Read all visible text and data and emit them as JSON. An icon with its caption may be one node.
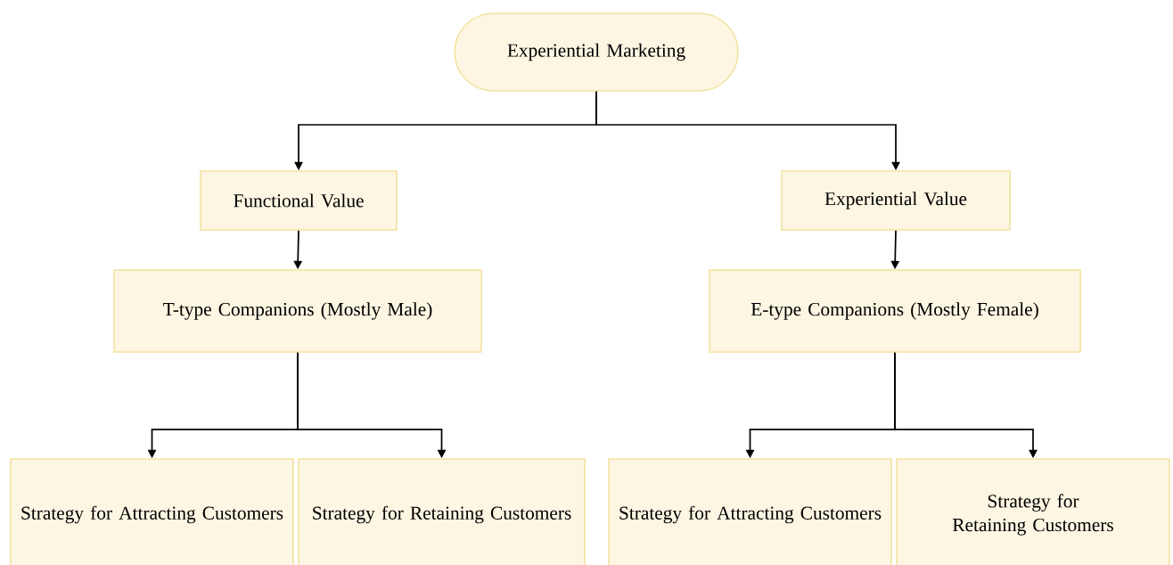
{
  "diagram": {
    "nodes": [
      {
        "text": [
          "Experiential Marketing"
        ]
      },
      {
        "text": [
          "Functional Value"
        ]
      },
      {
        "text": [
          "Experiential Value"
        ]
      },
      {
        "text": [
          "T-type Companions (Mostly Male)"
        ]
      },
      {
        "text": [
          "E-type Companions (Mostly Female)"
        ]
      },
      {
        "text": [
          "Strategy for Attracting Customers"
        ]
      },
      {
        "text": [
          "Strategy for Retaining Customers"
        ]
      },
      {
        "text": [
          "Strategy for Attracting Customers"
        ]
      },
      {
        "text": [
          "Strategy for Retaining Customers"
        ]
      }
    ],
    "edges": [
      {
        "from": 0,
        "to": 1,
        "arrow": "to"
      },
      {
        "from": 0,
        "to": 2,
        "arrow": "to"
      },
      {
        "from": 1,
        "to": 3,
        "arrow": "to"
      },
      {
        "from": 2,
        "to": 4,
        "arrow": "to"
      },
      {
        "from": 3,
        "to": 5,
        "arrow": "to"
      },
      {
        "from": 3,
        "to": 6,
        "arrow": "to"
      },
      {
        "from": 4,
        "to": 7,
        "arrow": "to"
      },
      {
        "from": 4,
        "to": 8,
        "arrow": "to"
      }
    ]
  }
}
